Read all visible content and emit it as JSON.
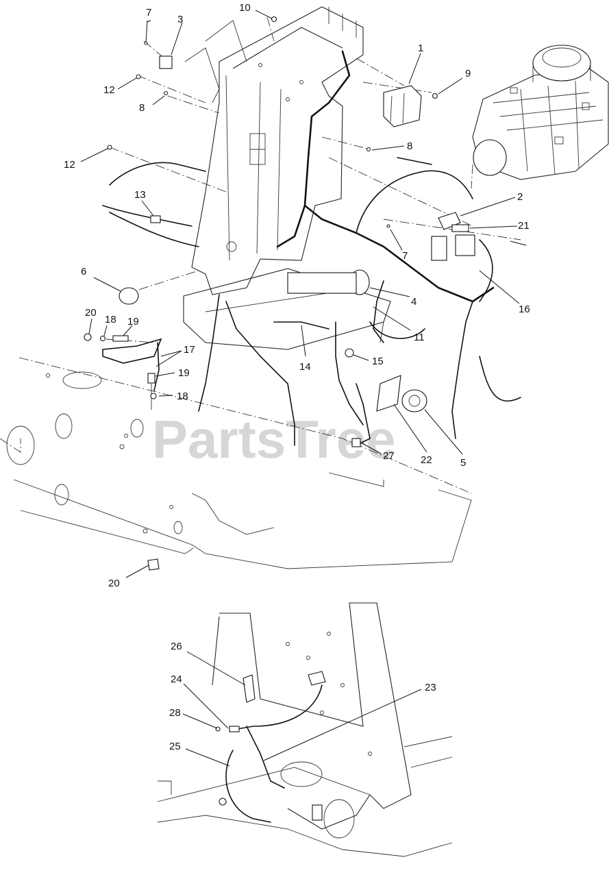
{
  "watermark": "PartsTree",
  "callouts": {
    "c1": "1",
    "c2": "2",
    "c4": "4",
    "c5": "5",
    "c6": "6",
    "c7a": "7",
    "c7b": "7",
    "c8a": "8",
    "c8b": "8",
    "c9": "9",
    "c10": "10",
    "c11": "11",
    "c12a": "12",
    "c12b": "12",
    "c13": "13",
    "c14": "14",
    "c15": "15",
    "c16": "16",
    "c17": "17",
    "c18a": "18",
    "c18b": "18",
    "c19a": "19",
    "c19b": "19",
    "c20a": "20",
    "c20b": "20",
    "c21": "21",
    "c22": "22",
    "c23": "23",
    "c24": "24",
    "c25": "25",
    "c26": "26",
    "c27": "27",
    "c28": "28"
  }
}
